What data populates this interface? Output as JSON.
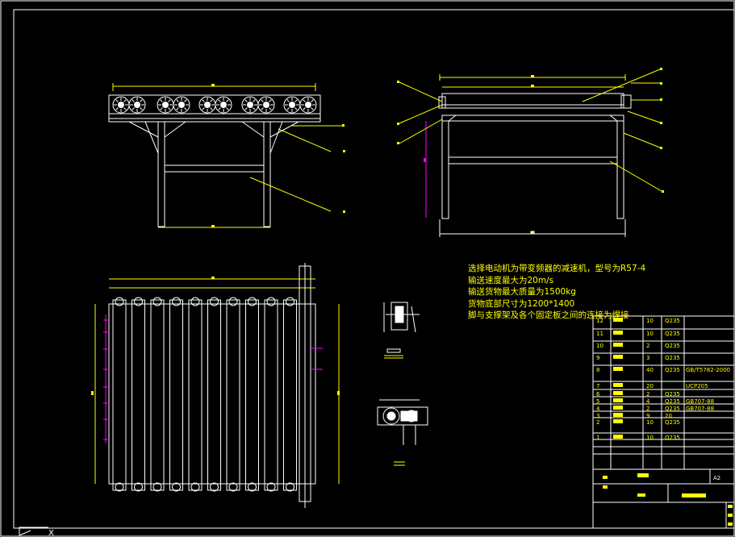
{
  "colors": {
    "background": "#000000",
    "frame": "#ffffff",
    "geometry": "#ffffff",
    "dimension": "#ffff00",
    "leader": "#ffff00",
    "highlight": "#ff00ff",
    "hatch": "#ff00ff"
  },
  "notes": [
    "选择电动机为带变频器的减速机，型号为R57-4",
    "输送速度最大为20m/s",
    "输送货物最大质量为1500kg",
    "货物底部尺寸为1200*1400",
    "脚与支撑架及各个固定板之间的连接为焊接"
  ],
  "bom": {
    "rows": [
      {
        "no": "12",
        "name": "",
        "qty": "10",
        "material": "Q235",
        "standard": ""
      },
      {
        "no": "11",
        "name": "",
        "qty": "10",
        "material": "Q235",
        "standard": ""
      },
      {
        "no": "10",
        "name": "",
        "qty": "2",
        "material": "Q235",
        "standard": ""
      },
      {
        "no": "9",
        "name": "",
        "qty": "3",
        "material": "Q235",
        "standard": ""
      },
      {
        "no": "8",
        "name": "",
        "qty": "40",
        "material": "Q235",
        "standard": "GB/T5782-2000"
      },
      {
        "no": "7",
        "name": "",
        "qty": "20",
        "material": "",
        "standard": "UCP205"
      },
      {
        "no": "6",
        "name": "",
        "qty": "2",
        "material": "Q235",
        "standard": ""
      },
      {
        "no": "5",
        "name": "",
        "qty": "4",
        "material": "Q235",
        "standard": "GB707-88"
      },
      {
        "no": "4",
        "name": "",
        "qty": "2",
        "material": "Q235",
        "standard": "GB707-88"
      },
      {
        "no": "3",
        "name": "",
        "qty": "9",
        "material": "20",
        "standard": ""
      },
      {
        "no": "2",
        "name": "",
        "qty": "10",
        "material": "Q235",
        "standard": ""
      },
      {
        "no": "1",
        "name": "",
        "qty": "10",
        "material": "Q235",
        "standard": ""
      }
    ],
    "sheet_size": "A2",
    "drawing_title": ""
  },
  "ucs_icon": "ucs-axis-icon"
}
